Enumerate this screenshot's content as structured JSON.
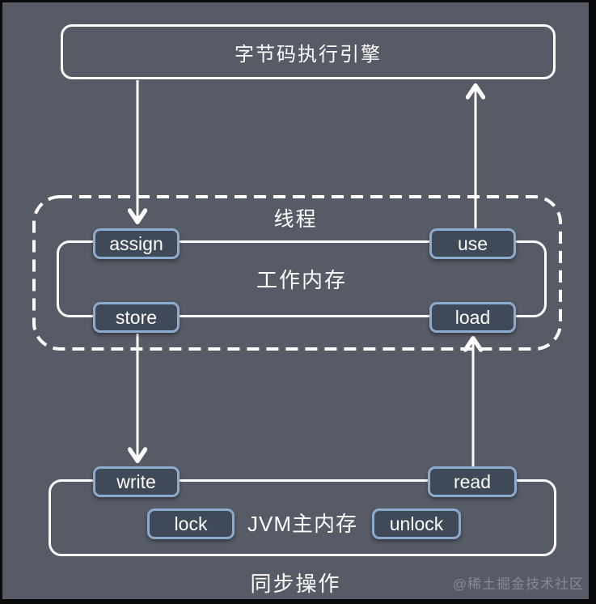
{
  "diagram": {
    "engine_label": "字节码执行引擎",
    "thread_label": "线程",
    "working_memory_label": "工作内存",
    "main_memory_label": "JVM主内存",
    "caption": "同步操作",
    "watermark": "@稀土掘金技术社区",
    "ops": {
      "assign": "assign",
      "use": "use",
      "store": "store",
      "load": "load",
      "write": "write",
      "read": "read",
      "lock": "lock",
      "unlock": "unlock"
    },
    "edges": [
      {
        "from": "字节码执行引擎",
        "to": "assign",
        "direction": "down"
      },
      {
        "from": "use",
        "to": "字节码执行引擎",
        "direction": "up"
      },
      {
        "from": "store",
        "to": "write",
        "direction": "down"
      },
      {
        "from": "read",
        "to": "load",
        "direction": "up"
      }
    ],
    "colors": {
      "background": "#565b65",
      "frame": "#0a0a0c",
      "outline": "#fcfcfc",
      "node_fill": "#404957",
      "node_border": "#8cabce",
      "watermark_text": "#868b93"
    }
  }
}
